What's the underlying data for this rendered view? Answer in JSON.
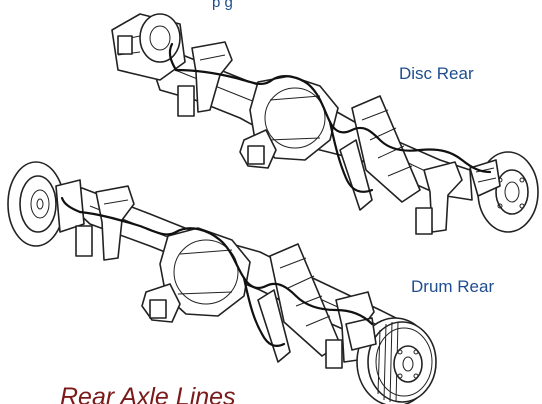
{
  "labels": {
    "disc_rear": "Disc Rear",
    "drum_rear": "Drum Rear",
    "top_partial": "p                     g",
    "caption": "Rear Axle Lines"
  },
  "colors": {
    "label_blue": "#1f4e8c",
    "caption_red": "#7a1a1a",
    "line": "#222222"
  }
}
